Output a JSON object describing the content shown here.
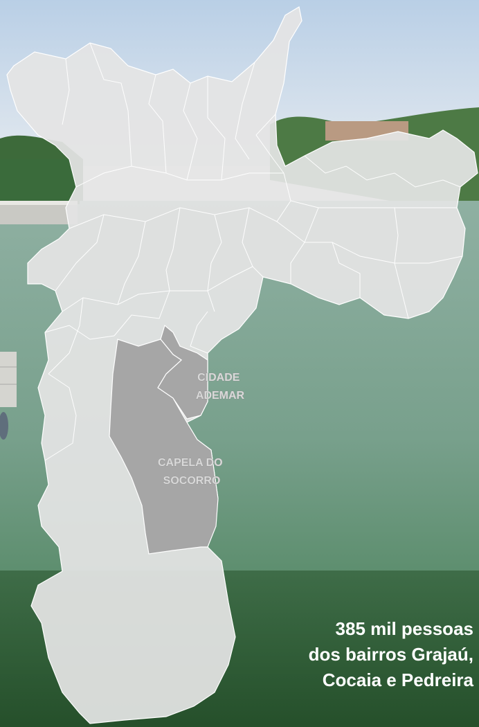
{
  "map": {
    "highlighted_regions": [
      {
        "label_lines": [
          "CIDADE",
          "ADEMAR"
        ]
      },
      {
        "label_lines": [
          "CAPELA DO",
          "SOCORRO"
        ]
      }
    ],
    "colors": {
      "city_fill": "#e4e4e4",
      "highlight_fill": "#a6a6a6",
      "boundary_stroke": "#ffffff",
      "water": "#6f9a86",
      "sky": "#c7d7e6"
    }
  },
  "caption": {
    "line1": "385 mil pessoas",
    "line2": "dos bairros Grajaú,",
    "line3": "Cocaia e Pedreira"
  }
}
